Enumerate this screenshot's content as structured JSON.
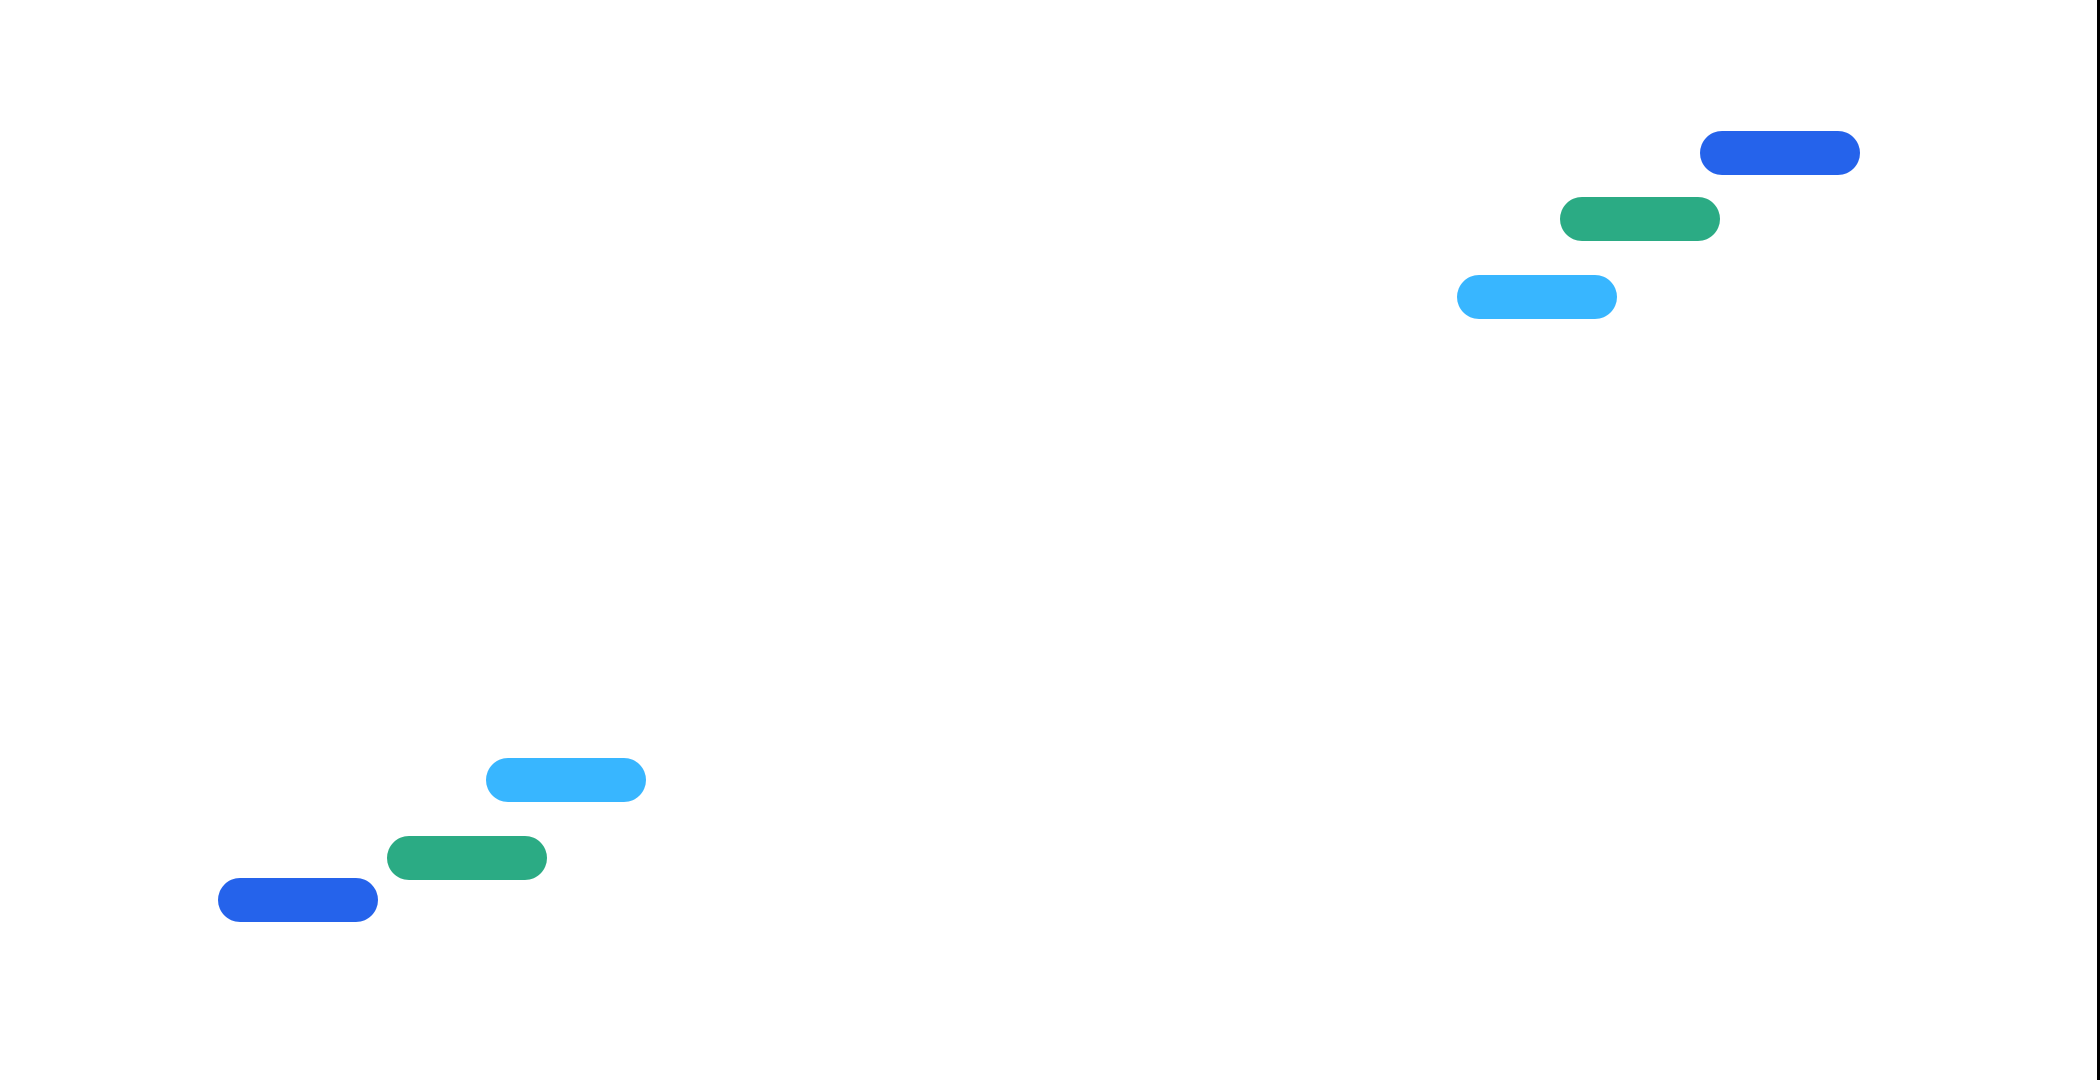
{
  "colors": {
    "background": "#ffffff",
    "edge_line": "#000000",
    "blue": "#2563eb",
    "green": "#2bab84",
    "light_blue": "#38b6ff"
  },
  "pills": [
    {
      "name": "pill-upper-blue",
      "color": "blue"
    },
    {
      "name": "pill-upper-green",
      "color": "green"
    },
    {
      "name": "pill-upper-light-blue",
      "color": "light_blue"
    },
    {
      "name": "pill-lower-light-blue",
      "color": "light_blue"
    },
    {
      "name": "pill-lower-green",
      "color": "green"
    },
    {
      "name": "pill-lower-blue",
      "color": "blue"
    }
  ]
}
